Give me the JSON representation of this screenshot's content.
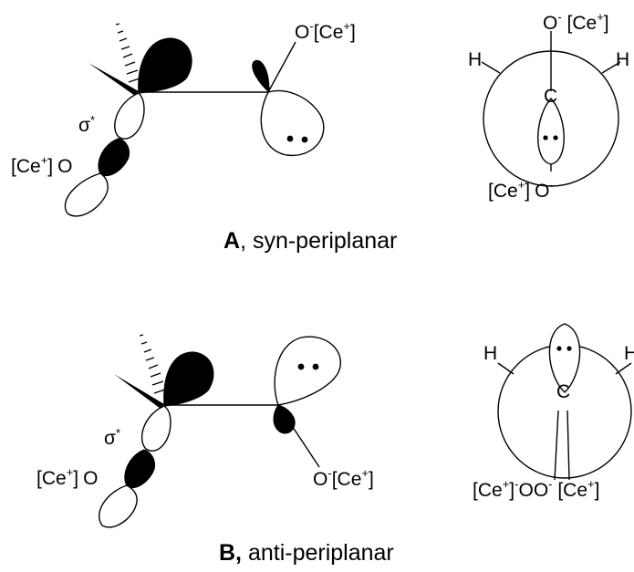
{
  "panels": [
    {
      "caption_bold": "A",
      "caption_rest": ", syn-periplanar",
      "top_right_oxygen": {
        "main": "O",
        "charge": "-",
        "counterion": "[Ce",
        "counterion_charge": "+",
        "close": "]"
      },
      "left_oxygen": {
        "open": "[Ce",
        "charge": "+",
        "close": "]",
        "main": "O"
      },
      "sigma_label": {
        "main": "σ",
        "sup": "*"
      },
      "newman": {
        "top": {
          "main": "O",
          "charge": "-",
          "counterion": " [Ce",
          "counterion_charge": "+",
          "close": "]"
        },
        "bottom": {
          "open": "[Ce",
          "charge": "+",
          "close": "]",
          "main": "O",
          "main_charge": "-"
        },
        "left_h": "H",
        "right_h": "H",
        "center": "C"
      }
    },
    {
      "caption_bold": "B,",
      "caption_rest": " anti-periplanar",
      "lower_right_oxygen": {
        "main": "O",
        "charge": "-",
        "counterion": "[Ce",
        "counterion_charge": "+",
        "close": "]"
      },
      "left_oxygen": {
        "open": "[Ce",
        "charge": "+",
        "close": "]",
        "main": "O"
      },
      "sigma_label": {
        "main": "σ",
        "sup": "*"
      },
      "newman": {
        "bottom": {
          "open": "[Ce",
          "charge": "+",
          "close": "]",
          "minus": "-",
          "o1": "O",
          "o2": "O",
          "o2_charge": "-",
          "counterion": " [Ce",
          "counterion_charge": "+",
          "close2": "]"
        },
        "left_h": "H",
        "right_h": "H",
        "center": "C"
      }
    }
  ]
}
